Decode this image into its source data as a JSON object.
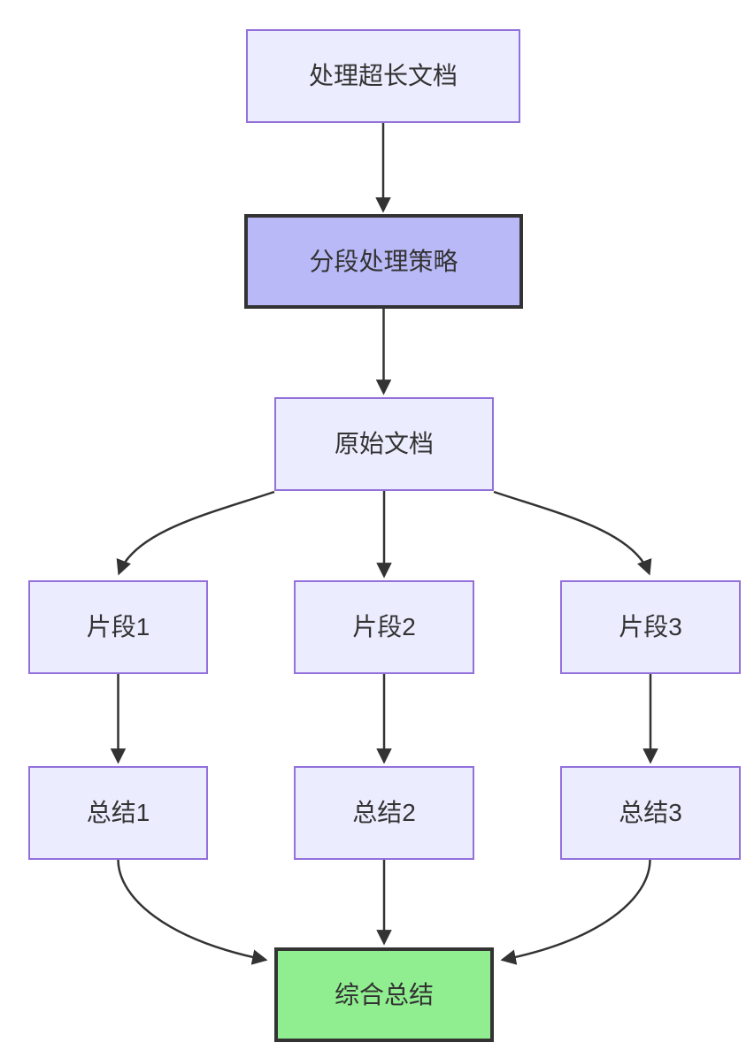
{
  "diagram": {
    "type": "flowchart",
    "direction": "top-down",
    "background": "#ffffff",
    "nodes": [
      {
        "id": "A",
        "label": "处理超长文档",
        "style": "default"
      },
      {
        "id": "B",
        "label": "分段处理策略",
        "style": "highlight-purple"
      },
      {
        "id": "C",
        "label": "原始文档",
        "style": "default"
      },
      {
        "id": "D",
        "label": "片段1",
        "style": "default"
      },
      {
        "id": "E",
        "label": "片段2",
        "style": "default"
      },
      {
        "id": "F",
        "label": "片段3",
        "style": "default"
      },
      {
        "id": "G",
        "label": "总结1",
        "style": "default"
      },
      {
        "id": "H",
        "label": "总结2",
        "style": "default"
      },
      {
        "id": "I",
        "label": "总结3",
        "style": "default"
      },
      {
        "id": "J",
        "label": "综合总结",
        "style": "highlight-green"
      }
    ],
    "edges": [
      {
        "from": "处理超长文档",
        "to": "分段处理策略"
      },
      {
        "from": "分段处理策略",
        "to": "原始文档"
      },
      {
        "from": "原始文档",
        "to": "片段1"
      },
      {
        "from": "原始文档",
        "to": "片段2"
      },
      {
        "from": "原始文档",
        "to": "片段3"
      },
      {
        "from": "片段1",
        "to": "总结1"
      },
      {
        "from": "片段2",
        "to": "总结2"
      },
      {
        "from": "片段3",
        "to": "总结3"
      },
      {
        "from": "总结1",
        "to": "综合总结"
      },
      {
        "from": "总结2",
        "to": "综合总结"
      },
      {
        "from": "总结3",
        "to": "综合总结"
      }
    ],
    "colors": {
      "node_fill": "#ECECFF",
      "node_border": "#9370DB",
      "strategy_fill": "#B9B9F8",
      "strategy_border": "#333333",
      "result_fill": "#90EE90",
      "result_border": "#333333",
      "edge_color": "#333333",
      "text_color": "#333333"
    }
  }
}
